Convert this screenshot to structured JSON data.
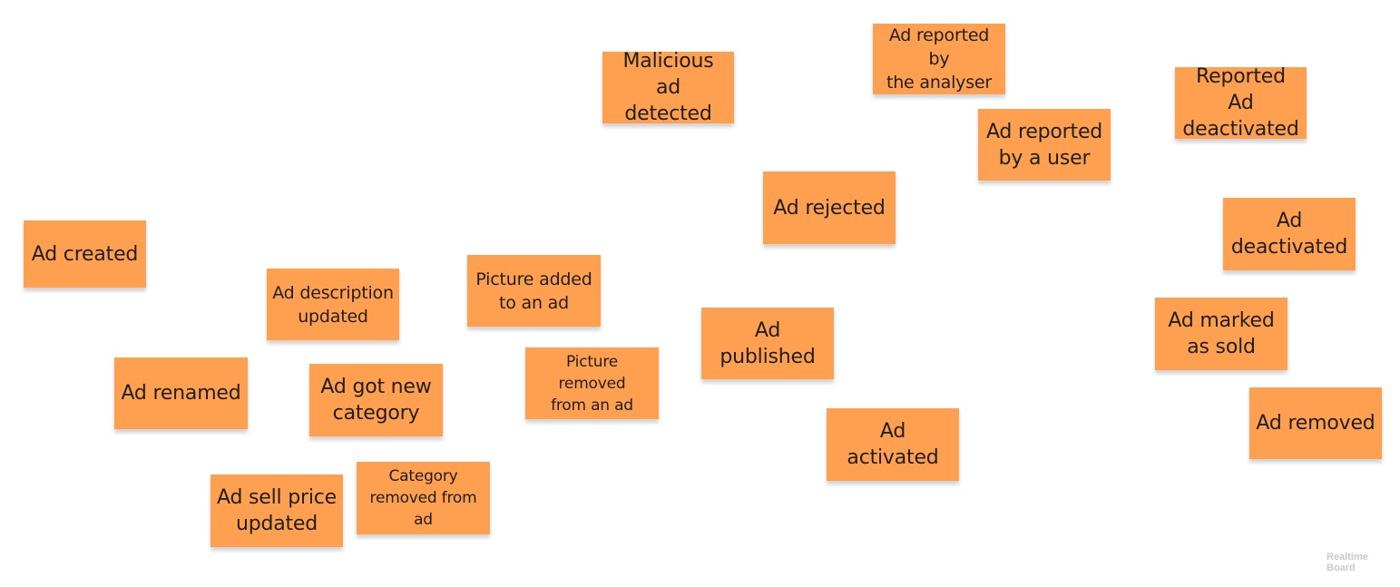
{
  "board": {
    "note_color": "#FFA050",
    "watermark": "Realtime\nBoard"
  },
  "notes": {
    "malicious_ad_detected": "Malicious ad\ndetected",
    "ad_reported_by_analyser": "Ad reported by\nthe analyser",
    "reported_ad_deactivated": "Reported Ad\ndeactivated",
    "ad_reported_by_user": "Ad reported\nby a user",
    "ad_rejected": "Ad rejected",
    "ad_deactivated": "Ad\ndeactivated",
    "ad_created": "Ad created",
    "ad_description_updated": "Ad description\nupdated",
    "picture_added": "Picture added\nto an ad",
    "ad_published": "Ad published",
    "ad_marked_as_sold": "Ad marked\nas sold",
    "ad_renamed": "Ad renamed",
    "ad_got_new_category": "Ad got new\ncategory",
    "picture_removed": "Picture removed\nfrom an ad",
    "ad_removed": "Ad removed",
    "ad_activated": "Ad activated",
    "ad_sell_price_updated": "Ad sell price\nupdated",
    "category_removed": "Category\nremoved from ad"
  }
}
